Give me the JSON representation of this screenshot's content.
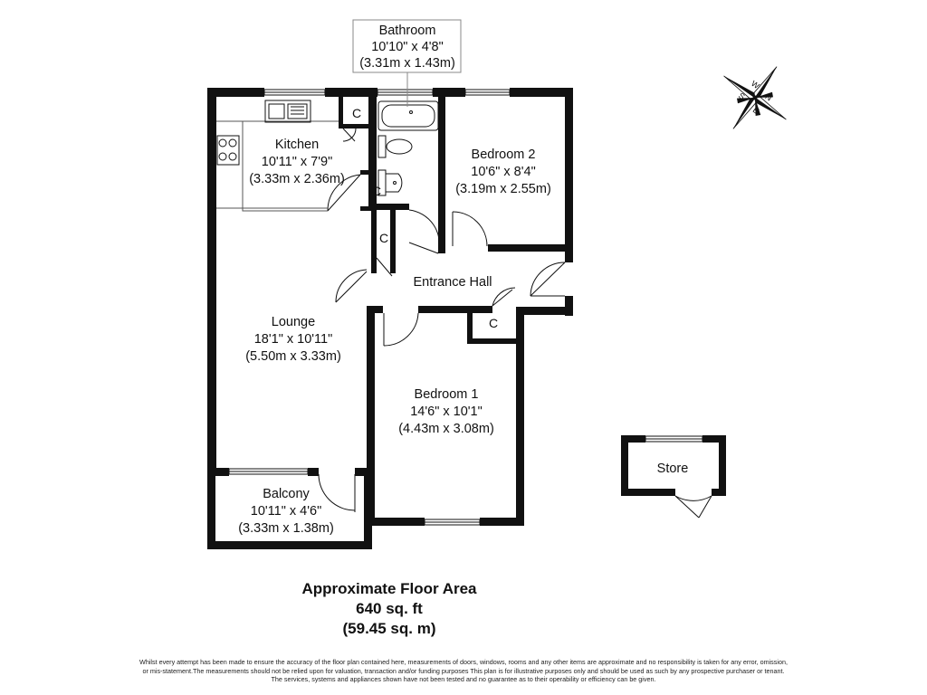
{
  "rooms": {
    "bathroom": {
      "name": "Bathroom",
      "imperial": "10'10\" x 4'8\"",
      "metric": "(3.31m x 1.43m)"
    },
    "kitchen": {
      "name": "Kitchen",
      "imperial": "10'11\" x 7'9\"",
      "metric": "(3.33m x 2.36m)"
    },
    "bedroom2": {
      "name": "Bedroom 2",
      "imperial": "10'6\" x 8'4\"",
      "metric": "(3.19m x 2.55m)"
    },
    "hall": {
      "name": "Entrance Hall"
    },
    "lounge": {
      "name": "Lounge",
      "imperial": "18'1\" x 10'11\"",
      "metric": "(5.50m x 3.33m)"
    },
    "bedroom1": {
      "name": "Bedroom 1",
      "imperial": "14'6\" x 10'1\"",
      "metric": "(4.43m x 3.08m)"
    },
    "balcony": {
      "name": "Balcony",
      "imperial": "10'11\" x 4'6\"",
      "metric": "(3.33m x 1.38m)"
    },
    "store": {
      "name": "Store"
    }
  },
  "cupboard_label": "C",
  "compass": {
    "n": "N",
    "s": "S",
    "e": "E",
    "w": "W"
  },
  "floor_area": {
    "title": "Approximate Floor Area",
    "sqft": "640 sq. ft",
    "sqm": "(59.45 sq. m)"
  },
  "disclaimer": {
    "line1": "Whilst every attempt has been made to ensure the accuracy of the floor plan contained here, measurements of doors, windows, rooms and any other items are approximate and no responsibility is taken for any error, omission,",
    "line2": "or mis-statement.The measurements should not be relied upon for valuation, transaction and/or funding purposes This plan is for illustrative purposes only and should be used as such by any prospective purchaser or tenant.",
    "line3": "The services, systems and appliances shown have not been tested and no guarantee as to their operability or efficiency can be given."
  }
}
